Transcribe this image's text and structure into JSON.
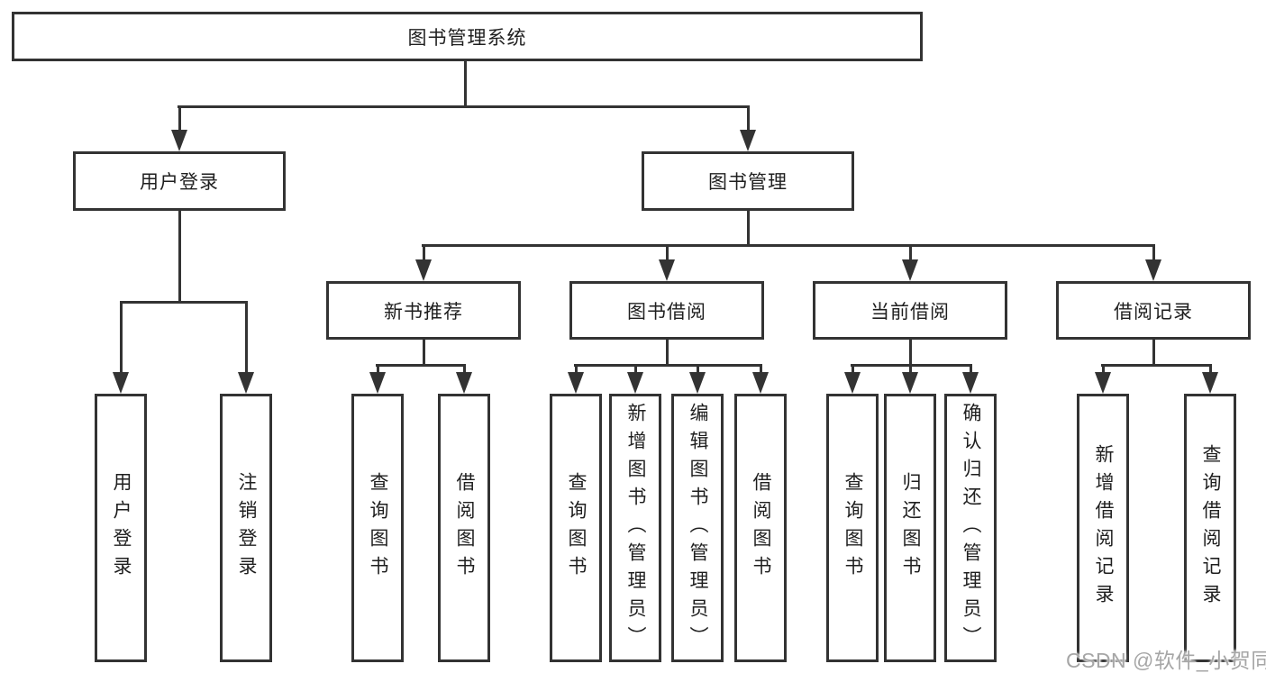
{
  "tree": {
    "root": {
      "label": "图书管理系统"
    },
    "children": [
      {
        "label": "用户登录",
        "children": [
          {
            "label": "用户登录"
          },
          {
            "label": "注销登录"
          }
        ]
      },
      {
        "label": "图书管理",
        "children": [
          {
            "label": "新书推荐",
            "children": [
              {
                "label": "查询图书"
              },
              {
                "label": "借阅图书"
              }
            ]
          },
          {
            "label": "图书借阅",
            "children": [
              {
                "label": "查询图书"
              },
              {
                "label": "新增图书（管理员）"
              },
              {
                "label": "编辑图书（管理员）"
              },
              {
                "label": "借阅图书"
              }
            ]
          },
          {
            "label": "当前借阅",
            "children": [
              {
                "label": "查询图书"
              },
              {
                "label": "归还图书"
              },
              {
                "label": "确认归还（管理员）"
              }
            ]
          },
          {
            "label": "借阅记录",
            "children": [
              {
                "label": "新增借阅记录"
              },
              {
                "label": "查询借阅记录"
              }
            ]
          }
        ]
      }
    ]
  },
  "watermark": {
    "text": "CSDN @软件_小贺同学"
  },
  "colors": {
    "line": "#333333",
    "text": "#1f1f1f",
    "watermark": "#a6a6a6",
    "background": "#ffffff"
  }
}
